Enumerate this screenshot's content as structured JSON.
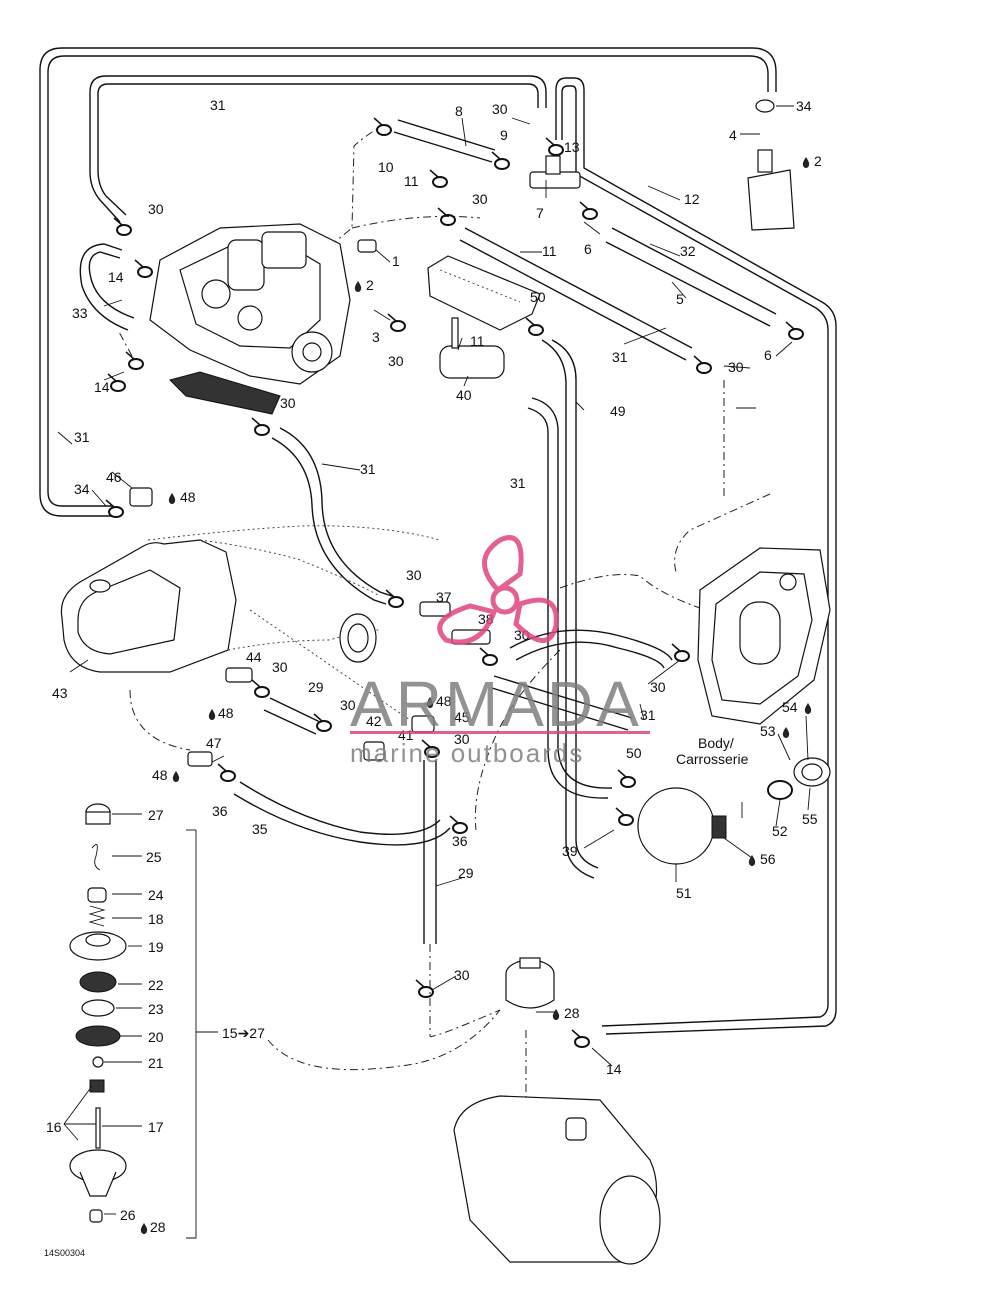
{
  "figure_code": "14S00304",
  "watermark": {
    "brand": "ARMADA",
    "tagline": "marine outboards",
    "accent_color": "#e0447f",
    "text_color": "#7f7f7f"
  },
  "body_label": {
    "line1": "Body/",
    "line2": "Carrosserie"
  },
  "bracket_label": "15➔27",
  "callouts": {
    "c1": "1",
    "c2a": "2",
    "c2b": "2",
    "c3": "3",
    "c4": "4",
    "c5": "5",
    "c6a": "6",
    "c6b": "6",
    "c7": "7",
    "c8": "8",
    "c9": "9",
    "c10": "10",
    "c11a": "11",
    "c11b": "11",
    "c11c": "11",
    "c12": "12",
    "c13": "13",
    "c14a": "14",
    "c14b": "14",
    "c14c": "14",
    "c16": "16",
    "c17": "17",
    "c18": "18",
    "c19": "19",
    "c20": "20",
    "c21": "21",
    "c22": "22",
    "c23": "23",
    "c24": "24",
    "c25": "25",
    "c26": "26",
    "c27": "27",
    "c28a": "28",
    "c28b": "28",
    "c29a": "29",
    "c29b": "29",
    "c30a": "30",
    "c30b": "30",
    "c30c": "30",
    "c30d": "30",
    "c30e": "30",
    "c30f": "30",
    "c30g": "30",
    "c30h": "30",
    "c30i": "30",
    "c30j": "30",
    "c30k": "30",
    "c30l": "30",
    "c30m": "30",
    "c31a": "31",
    "c31b": "31",
    "c31c": "31",
    "c31d": "31",
    "c31e": "31",
    "c31f": "31",
    "c32": "32",
    "c33": "33",
    "c34a": "34",
    "c34b": "34",
    "c35": "35",
    "c36a": "36",
    "c36b": "36",
    "c37": "37",
    "c38": "38",
    "c39": "39",
    "c40": "40",
    "c41": "41",
    "c42": "42",
    "c43": "43",
    "c44": "44",
    "c45": "45",
    "c46": "46",
    "c47": "47",
    "c48a": "48",
    "c48b": "48",
    "c48c": "48",
    "c48d": "48",
    "c49": "49",
    "c50a": "50",
    "c50b": "50",
    "c51": "51",
    "c52": "52",
    "c53": "53",
    "c54": "54",
    "c55": "55",
    "c56": "56"
  }
}
